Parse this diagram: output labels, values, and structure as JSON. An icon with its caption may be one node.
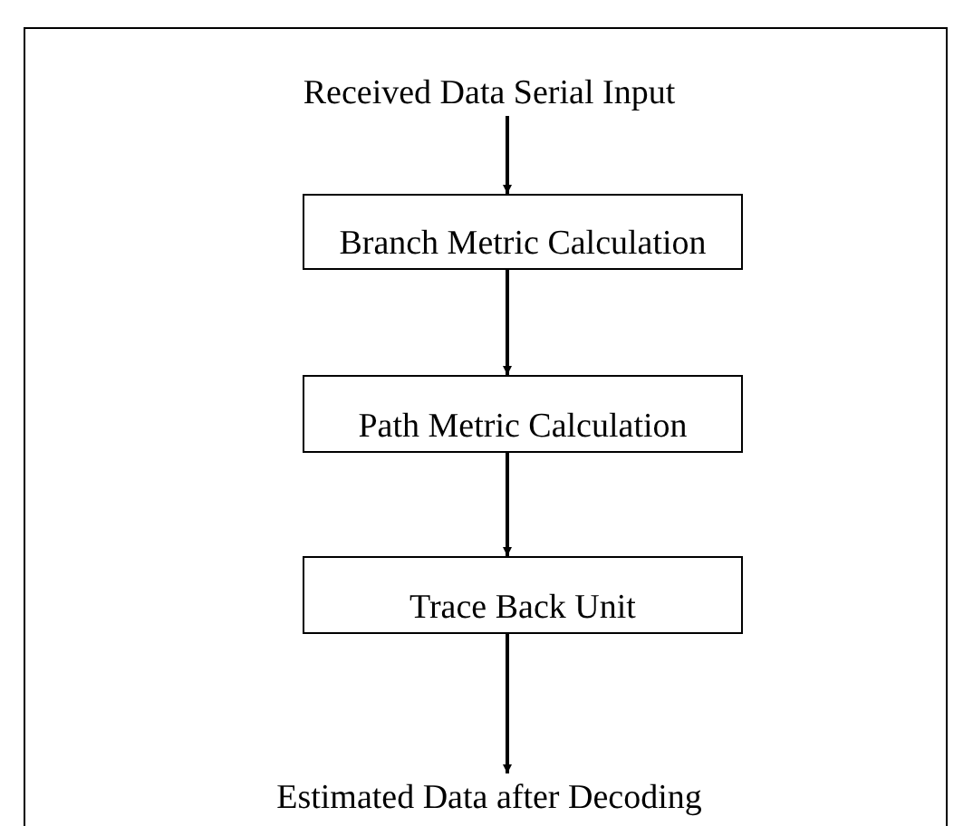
{
  "diagram": {
    "nodes": [
      {
        "text": [
          "Received Data Serial Input"
        ]
      },
      {
        "text": [
          "Branch Metric Calculation"
        ]
      },
      {
        "text": [
          "Path Metric Calculation"
        ]
      },
      {
        "text": [
          "Trace Back Unit"
        ]
      },
      {
        "text": [
          "Estimated Data after Decoding"
        ]
      }
    ],
    "edges": [
      {
        "from": 0,
        "to": 1,
        "arrow": "to"
      },
      {
        "from": 1,
        "to": 2,
        "arrow": "to"
      },
      {
        "from": 2,
        "to": 3,
        "arrow": "to"
      },
      {
        "from": 3,
        "to": 4,
        "arrow": "to"
      }
    ]
  }
}
